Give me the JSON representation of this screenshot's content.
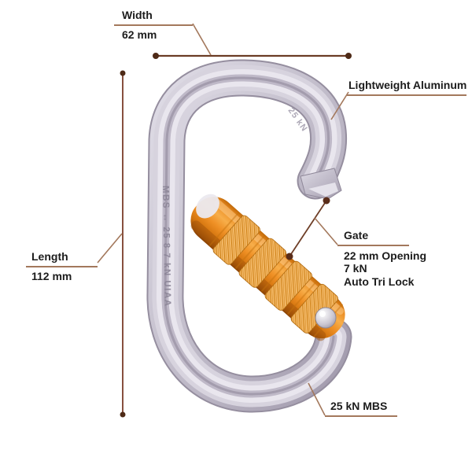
{
  "diagram": {
    "title": "Carabiner specification diagram",
    "annotations": {
      "width": {
        "title": "Width",
        "value": "62 mm"
      },
      "length": {
        "title": "Length",
        "value": "112 mm"
      },
      "material": {
        "label": "Lightweight Aluminum"
      },
      "gate": {
        "title": "Gate",
        "lines": [
          "22 mm Opening",
          "7 kN",
          "Auto Tri Lock"
        ]
      },
      "strength": {
        "label": "25 kN MBS"
      }
    },
    "markings": {
      "spine": "MBS ↔ 25 8 7 kN   UIAA",
      "arc": "25 kN"
    },
    "colors": {
      "background": "#ffffff",
      "text": "#1c1c1c",
      "dimension_line": "#6b3c25",
      "leader_line": "#a3785c",
      "dot": "#4e2a17",
      "aluminum": "#c5c0cc",
      "gate_orange": "#ec8a1e"
    }
  }
}
